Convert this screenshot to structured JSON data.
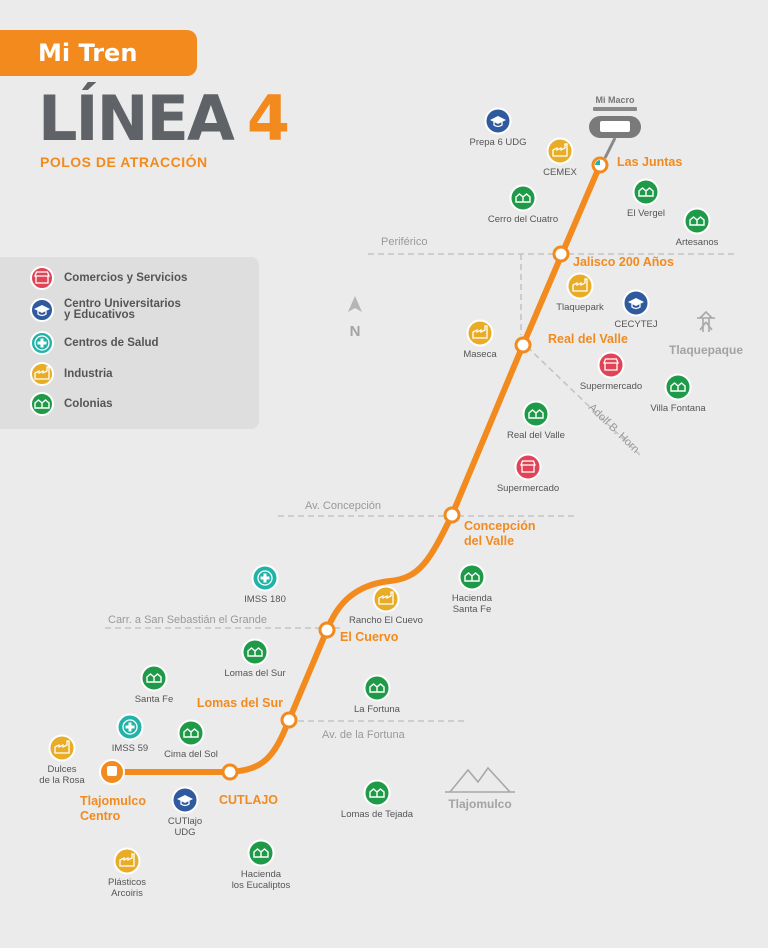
{
  "header": {
    "badge": "Mi Tren",
    "title_main": "LÍNEA",
    "title_number": "4",
    "subtitle": "POLOS DE ATRACCIÓN"
  },
  "legend": {
    "items": [
      {
        "type": "comercio",
        "label": "Comercios y Servicios"
      },
      {
        "type": "educacion",
        "label": "Centro Universitarios",
        "label2": "y Educativos"
      },
      {
        "type": "salud",
        "label": "Centros de Salud"
      },
      {
        "type": "industria",
        "label": "Industria"
      },
      {
        "type": "colonia",
        "label": "Colonias"
      }
    ]
  },
  "colors": {
    "line": "#f28a1e",
    "comercio": "#e04457",
    "educacion": "#2f5a9e",
    "salud": "#22b3a8",
    "industria": "#e9ac26",
    "colonia": "#1e9a49",
    "road": "#c4c4c4",
    "text": "#555555"
  },
  "compass": {
    "north": "N"
  },
  "mi_macro": {
    "label": "Mi Macro"
  },
  "stations": [
    {
      "id": "las-juntas",
      "name": "Las Juntas",
      "terminal": true
    },
    {
      "id": "jalisco-200",
      "name": "Jalisco 200 Años"
    },
    {
      "id": "real-del-valle",
      "name": "Real del Valle"
    },
    {
      "id": "concepcion-del-valle",
      "name": "Concepción",
      "name2": "del Valle"
    },
    {
      "id": "el-cuervo",
      "name": "El Cuervo"
    },
    {
      "id": "lomas-del-sur",
      "name": "Lomas del Sur"
    },
    {
      "id": "cutlajo",
      "name": "CUTLAJO"
    },
    {
      "id": "tlajomulco-centro",
      "name": "Tlajomulco",
      "name2": "Centro",
      "terminal": true
    }
  ],
  "roads": [
    {
      "id": "periferico",
      "name": "Periférico"
    },
    {
      "id": "av-concepcion",
      "name": "Av. Concepción"
    },
    {
      "id": "carr-san-sebastian",
      "name": "Carr. a San Sebastián el Grande"
    },
    {
      "id": "av-fortuna",
      "name": "Av. de la Fortuna"
    },
    {
      "id": "adolf-horn",
      "name": "Adolf B. Horn"
    }
  ],
  "cities": [
    {
      "id": "tlaquepaque",
      "name": "Tlaquepaque"
    },
    {
      "id": "tlajomulco",
      "name": "Tlajomulco"
    }
  ],
  "pois": [
    {
      "id": "prepa6",
      "type": "educacion",
      "label": "Prepa 6 UDG"
    },
    {
      "id": "cemex",
      "type": "industria",
      "label": "CEMEX"
    },
    {
      "id": "cerro-cuatro",
      "type": "colonia",
      "label": "Cerro del Cuatro"
    },
    {
      "id": "el-vergel",
      "type": "colonia",
      "label": "El Vergel"
    },
    {
      "id": "artesanos",
      "type": "colonia",
      "label": "Artesanos"
    },
    {
      "id": "tlaquepark",
      "type": "industria",
      "label": "Tlaquepark"
    },
    {
      "id": "cecytej",
      "type": "educacion",
      "label": "CECYTEJ"
    },
    {
      "id": "maseca",
      "type": "industria",
      "label": "Maseca"
    },
    {
      "id": "supermercado-1",
      "type": "comercio",
      "label": "Supermercado"
    },
    {
      "id": "villa-fontana",
      "type": "colonia",
      "label": "Villa Fontana"
    },
    {
      "id": "real-del-valle-col",
      "type": "colonia",
      "label": "Real del Valle"
    },
    {
      "id": "supermercado-2",
      "type": "comercio",
      "label": "Supermercado"
    },
    {
      "id": "imss180",
      "type": "salud",
      "label": "IMSS 180"
    },
    {
      "id": "rancho-cuevo",
      "type": "industria",
      "label": "Rancho El Cuevo"
    },
    {
      "id": "hacienda-santa-fe",
      "type": "colonia",
      "label": "Hacienda",
      "label2": "Santa Fe"
    },
    {
      "id": "lomas-sur-col",
      "type": "colonia",
      "label": "Lomas del Sur"
    },
    {
      "id": "santa-fe",
      "type": "colonia",
      "label": "Santa Fe"
    },
    {
      "id": "la-fortuna",
      "type": "colonia",
      "label": "La Fortuna"
    },
    {
      "id": "imss59",
      "type": "salud",
      "label": "IMSS 59"
    },
    {
      "id": "cima-sol",
      "type": "colonia",
      "label": "Cima del Sol"
    },
    {
      "id": "dulces-rosa",
      "type": "industria",
      "label": "Dulces",
      "label2": "de la Rosa"
    },
    {
      "id": "cutlajo-udg",
      "type": "educacion",
      "label": "CUTlajo",
      "label2": "UDG"
    },
    {
      "id": "lomas-tejada",
      "type": "colonia",
      "label": "Lomas de Tejada"
    },
    {
      "id": "plasticos",
      "type": "industria",
      "label": "Plásticos",
      "label2": "Arcoiris"
    },
    {
      "id": "hacienda-eucaliptos",
      "type": "colonia",
      "label": "Hacienda",
      "label2": "los Eucaliptos"
    }
  ]
}
